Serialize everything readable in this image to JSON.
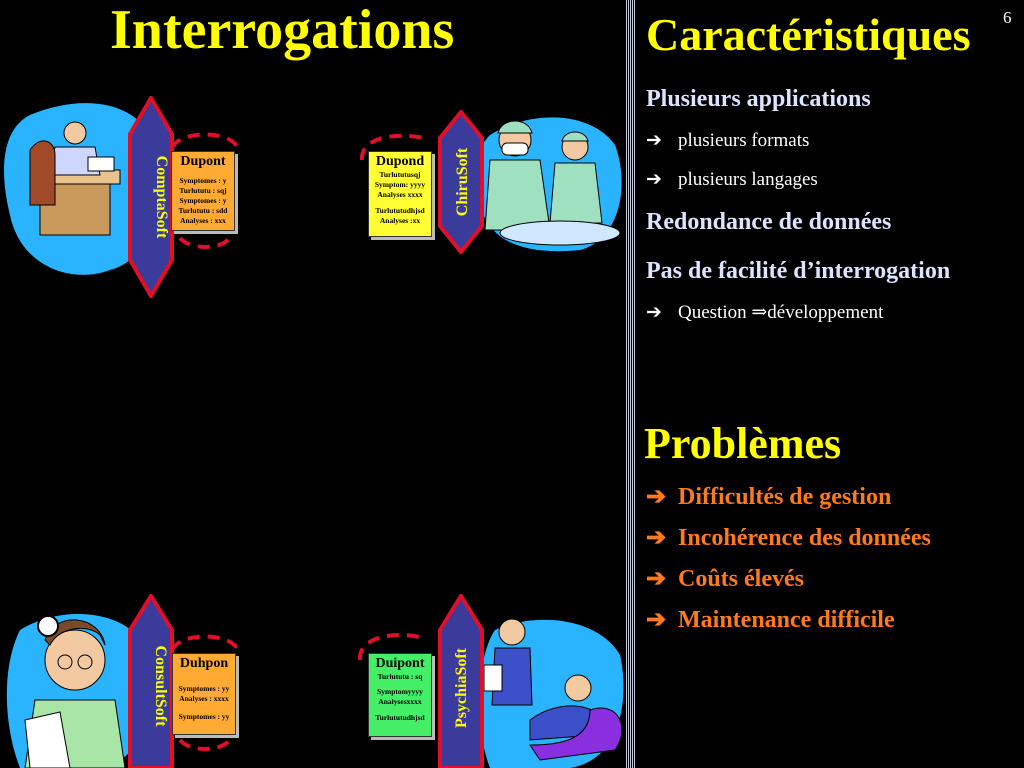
{
  "left": {
    "title": "Interrogations",
    "apps": [
      {
        "label": "ComptaSoft",
        "card_name": "Dupont",
        "card_lines": [
          "Symptomes : y",
          "Turlututu : sqj",
          "Symptomes : y",
          "Turlututu : sdd",
          "Analyses : xxx"
        ],
        "card_color": "#ffaa33"
      },
      {
        "label": "ChiruSoft",
        "card_name": "Dupond",
        "card_lines": [
          "Turlututusqj",
          "Symptom: yyyy",
          "Analyses xxxx",
          "",
          "Turlututudhjsd",
          "Analyses :xx"
        ],
        "card_color": "#ffff33"
      },
      {
        "label": "ConsultSoft",
        "card_name": "Duhpon",
        "card_lines": [
          "",
          "Symptomes : yy",
          "Analyses : xxxx",
          "",
          "Symptomes : yy"
        ],
        "card_color": "#ffaa33"
      },
      {
        "label": "PsychiaSoft",
        "card_name": "Duipont",
        "card_lines": [
          "Turlututu : sq",
          "",
          "Symptomyyyy",
          "Analysesxxxx",
          "",
          "Turlututudhjsd"
        ],
        "card_color": "#44ee66"
      }
    ]
  },
  "right": {
    "page_number": "6",
    "title": "Caractéristiques",
    "sections": [
      {
        "heading": "Plusieurs applications",
        "bullets": [
          "plusieurs formats",
          "plusieurs langages"
        ]
      },
      {
        "heading": "Redondance de données",
        "bullets": []
      },
      {
        "heading": "Pas de facilité d’interrogation",
        "bullets": [
          "Question ⇒développement"
        ]
      }
    ],
    "problems_title": "Problèmes",
    "problems": [
      "Difficultés de gestion",
      "Incohérence des données",
      "Coûts élevés",
      "Maintenance difficile"
    ]
  },
  "colors": {
    "title": "#ffff00",
    "problem": "#ff7a1a",
    "banner": "#3b3b9c",
    "banner_border": "#e0102a",
    "blob": "#2ab4ff"
  },
  "icons": {
    "arrow": "right-arrow-icon"
  }
}
